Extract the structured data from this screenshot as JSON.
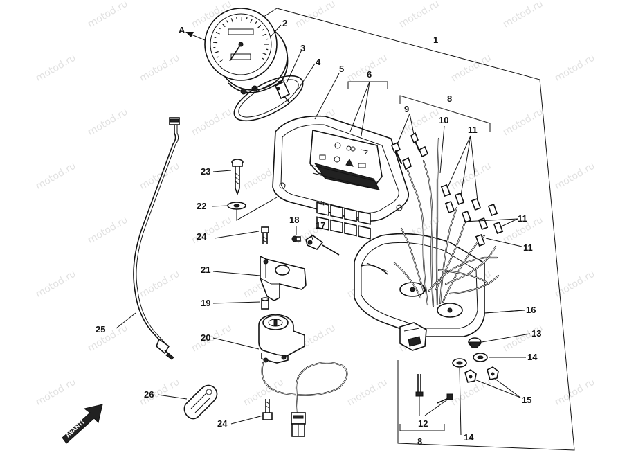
{
  "watermark": "motod.ru",
  "view_arrow": "A",
  "direction_label": "AVANTI",
  "indicator_panel": {
    "neutral_symbol": "N"
  },
  "callouts": {
    "c1": "1",
    "c2": "2",
    "c3": "3",
    "c4": "4",
    "c5": "5",
    "c6": "6",
    "c8_top": "8",
    "c8_bottom": "8",
    "c9": "9",
    "c10": "10",
    "c11_a": "11",
    "c11_b": "11",
    "c11_c": "11",
    "c12": "12",
    "c13": "13",
    "c14_a": "14",
    "c14_b": "14",
    "c15": "15",
    "c16": "16",
    "c17": "17",
    "c18": "18",
    "c19": "19",
    "c20": "20",
    "c21": "21",
    "c22": "22",
    "c23": "23",
    "c24_a": "24",
    "c24_b": "24",
    "c25": "25",
    "c26": "26"
  }
}
